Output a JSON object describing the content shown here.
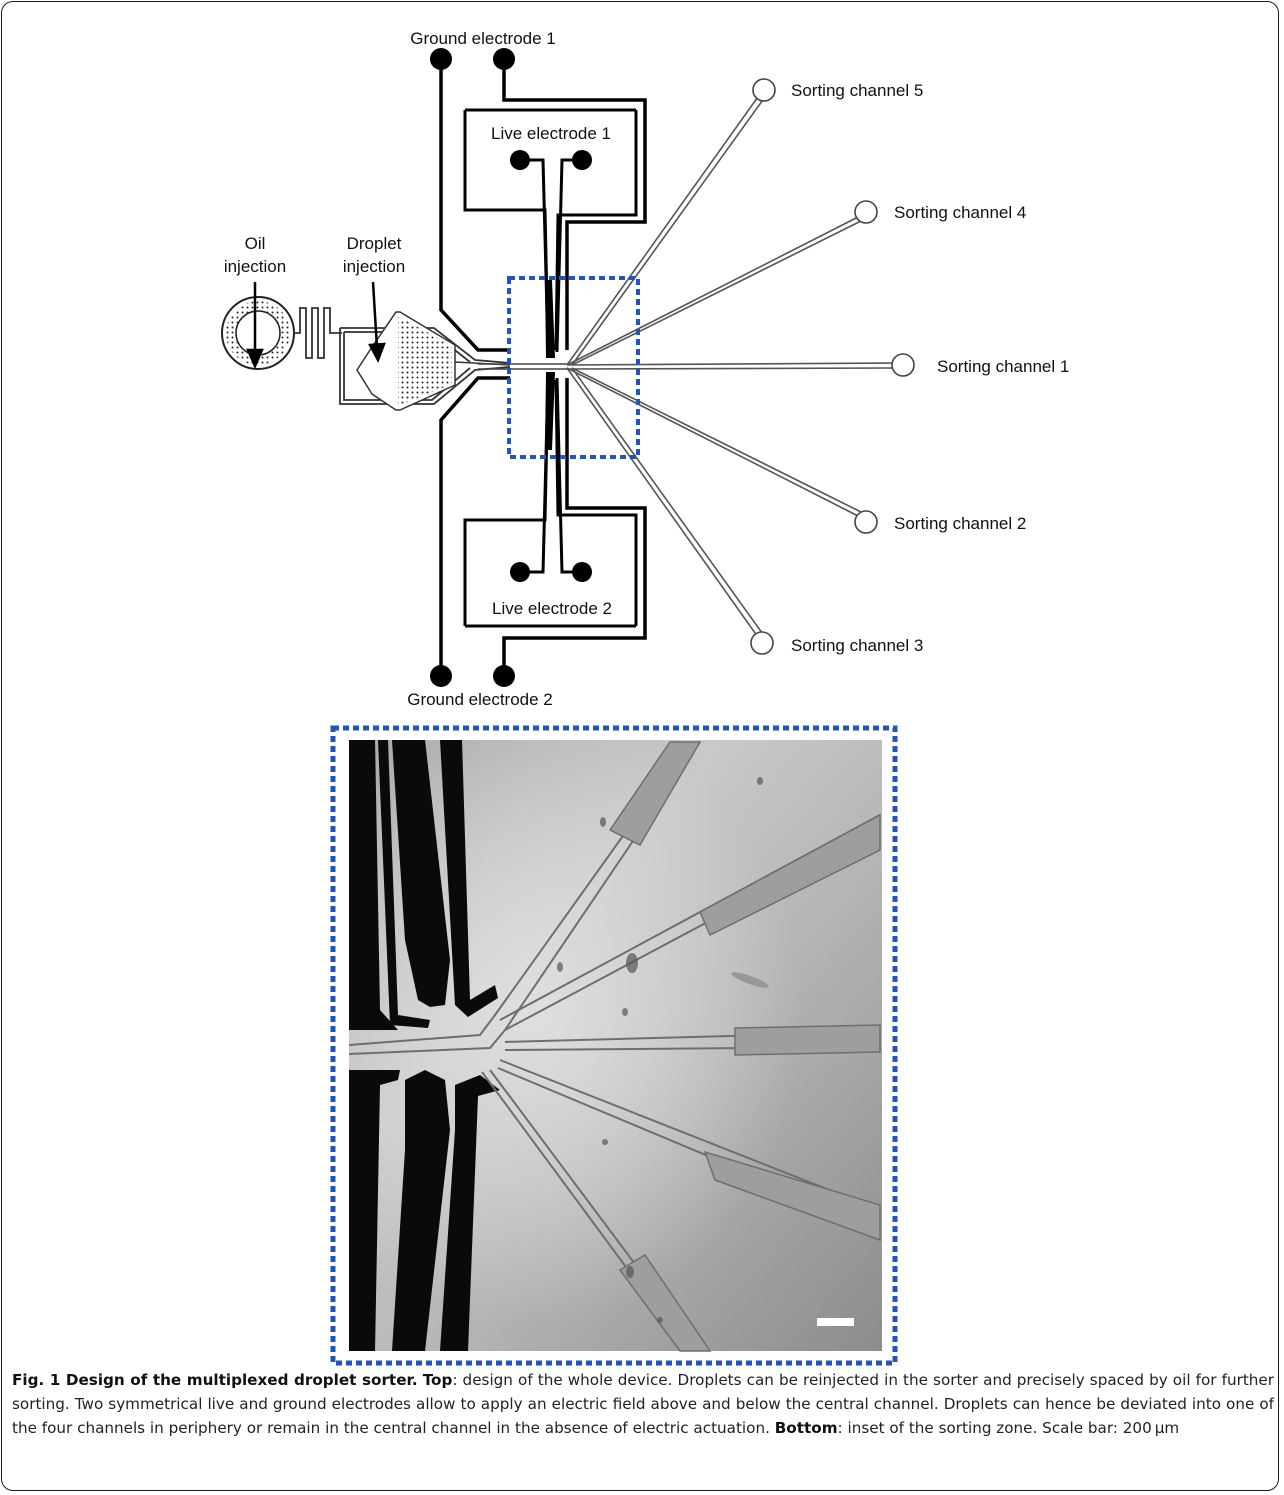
{
  "diagram": {
    "labels": {
      "ground_electrode_1": "Ground electrode 1",
      "ground_electrode_2": "Ground electrode 2",
      "live_electrode_1": "Live electrode 1",
      "live_electrode_2": "Live electrode 2",
      "oil_injection_line1": "Oil",
      "oil_injection_line2": "injection",
      "droplet_injection_line1": "Droplet",
      "droplet_injection_line2": "injection",
      "sorting_channel_1": "Sorting channel 1",
      "sorting_channel_2": "Sorting channel 2",
      "sorting_channel_3": "Sorting channel 3",
      "sorting_channel_4": "Sorting channel 4",
      "sorting_channel_5": "Sorting channel 5"
    },
    "inset_box_color": "#2255bb",
    "electrode_color": "#000000"
  },
  "caption": {
    "fig_label": "Fig. 1 Design of the multiplexed droplet sorter.",
    "top_label": "Top",
    "top_text": ": design of the whole device. Droplets can be reinjected in the sorter and precisely spaced by oil for further sorting. Two symmetrical live and ground electrodes allow to apply an electric field above and below the central channel. Droplets can hence be deviated into one of the four channels in periphery or remain in the central channel in the absence of electric actuation. ",
    "bottom_label": "Bottom",
    "bottom_text": ": inset of the sorting zone. Scale bar: 200 µm"
  }
}
